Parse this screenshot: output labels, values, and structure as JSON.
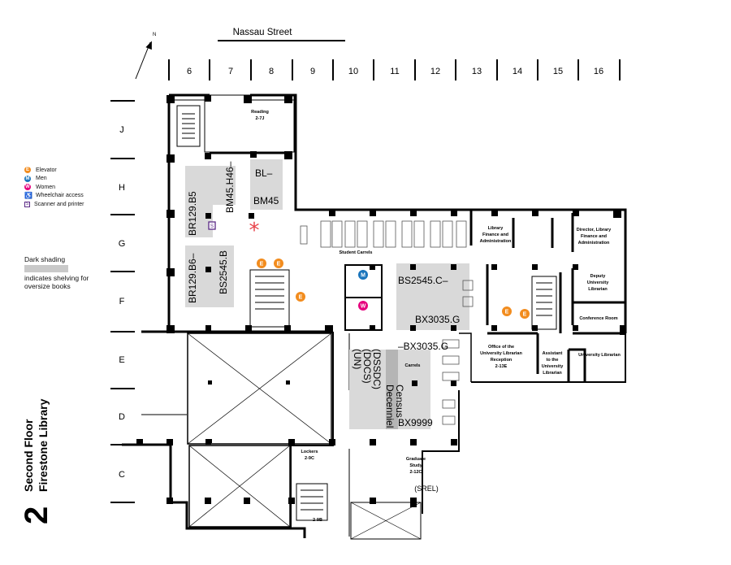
{
  "map": {
    "street": "Nassau Street",
    "north": "N",
    "columns": [
      "6",
      "7",
      "8",
      "9",
      "10",
      "11",
      "12",
      "13",
      "14",
      "15",
      "16"
    ],
    "rows": [
      "J",
      "H",
      "G",
      "F",
      "E",
      "D",
      "C"
    ],
    "title_number": "2",
    "title_line1": "Second Floor",
    "title_line2": "Firestone Library"
  },
  "legend": {
    "items": [
      {
        "glyph": "E",
        "label": "Elevator",
        "color": "#f28c1e",
        "icon": "elevator-icon"
      },
      {
        "glyph": "M",
        "label": "Men",
        "color": "#1b75bc",
        "icon": "men-restroom-icon"
      },
      {
        "glyph": "W",
        "label": "Women",
        "color": "#e6007e",
        "icon": "women-restroom-icon"
      },
      {
        "glyph": "♿",
        "label": "Wheelchair access",
        "color": "#333333",
        "icon": "wheelchair-icon"
      },
      {
        "glyph": "S",
        "label": "Scanner and printer",
        "color": "#5b2a86",
        "icon": "scanner-icon"
      }
    ],
    "shading_title": "Dark shading",
    "shading_desc": "indicates shelving for oversize books"
  },
  "rooms": {
    "reading": "Reading",
    "reading_num": "2-7J",
    "student_carrels": "Student Carrels",
    "carrels": "Carrels",
    "lockers": "Lockers",
    "lockers_num": "2-9C",
    "room_9b": "2-9B",
    "graduate": "Graduate",
    "study": "Study",
    "graduate_num": "2-12C",
    "srel": "(SREL)",
    "lib_finance": [
      "Library",
      "Finance and",
      "Administration"
    ],
    "director": [
      "Director, Library",
      "Finance and",
      "Administration"
    ],
    "deputy": [
      "Deputy",
      "University",
      "Librarian"
    ],
    "conference": "Conference Room",
    "office_ul": [
      "Office of the",
      "University Librarian",
      "Reception",
      "2-13E"
    ],
    "assistant": [
      "Assistant",
      "to the",
      "University",
      "Librarian"
    ],
    "univ_librarian": "University Librarian"
  },
  "shelves": {
    "bl": "BL–",
    "bm45": "BM45",
    "bm45h46": "BM45.H46–",
    "br129b5": "BR129.B5",
    "br129b6": "BR129.B6–",
    "bs2545b": "BS2545.B",
    "bs2545c": "BS2545.C–",
    "bx3035g": "BX3035.G",
    "bx3035g2": "–BX3035.G",
    "bx9999": "BX9999",
    "un": "(UN)",
    "docs": "(DOCS)",
    "dssdc": "(DSSDC)",
    "decennial": "Decenniel",
    "census": "Census"
  },
  "colors": {
    "elevator": "#f28c1e",
    "men": "#1b75bc",
    "women": "#e6007e",
    "scanner": "#5b2a86",
    "you_are_here": "#e8434a",
    "shelf_light": "#d9d9d9",
    "shelf_dark": "#b5b5b5"
  }
}
